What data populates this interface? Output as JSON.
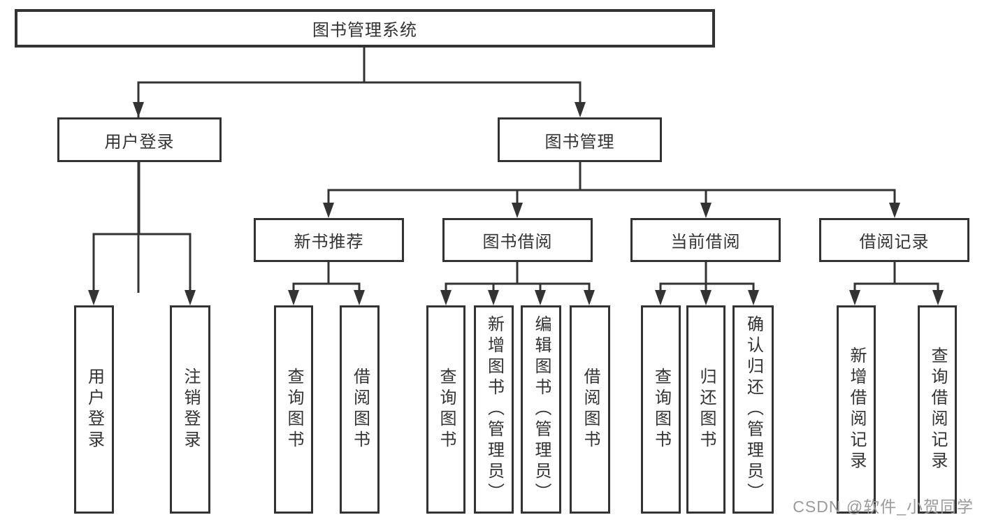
{
  "diagram": {
    "root": {
      "label": "图书管理系统"
    },
    "branches": {
      "user_login": {
        "label": "用户登录",
        "children": [
          {
            "label": "用户登录"
          },
          {
            "label": "注销登录"
          }
        ]
      },
      "book_management": {
        "label": "图书管理",
        "sections": [
          {
            "label": "新书推荐",
            "children": [
              {
                "label": "查询图书"
              },
              {
                "label": "借阅图书"
              }
            ]
          },
          {
            "label": "图书借阅",
            "children": [
              {
                "label": "查询图书"
              },
              {
                "label": "新增图书（管理员）"
              },
              {
                "label": "编辑图书（管理员）"
              },
              {
                "label": "借阅图书"
              }
            ]
          },
          {
            "label": "当前借阅",
            "children": [
              {
                "label": "查询图书"
              },
              {
                "label": "归还图书"
              },
              {
                "label": "确认归还（管理员）"
              }
            ]
          },
          {
            "label": "借阅记录",
            "children": [
              {
                "label": "新增借阅记录"
              },
              {
                "label": "查询借阅记录"
              }
            ]
          }
        ]
      }
    }
  },
  "watermark": {
    "text": "CSDN @软件_小贺同学"
  },
  "colors": {
    "line": "#333333",
    "text": "#333333",
    "box_background": "#ffffff",
    "page_background": "#ffffff",
    "watermark": "#9b9b9b"
  }
}
